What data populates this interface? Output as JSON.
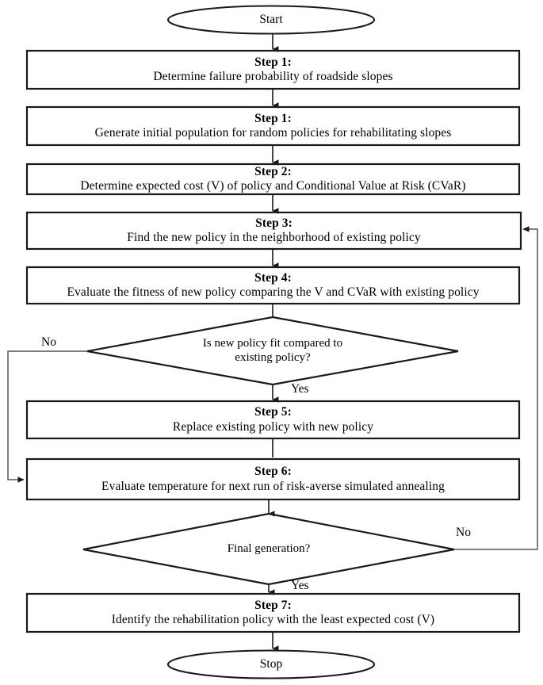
{
  "diagram": {
    "title": "Risk-averse simulated annealing flowchart",
    "stroke_color": "#1a1a1a",
    "fill_color": "#ffffff",
    "background_color": "#ffffff"
  },
  "nodes": {
    "start": {
      "shape": "ellipse",
      "label": "Start"
    },
    "step1a": {
      "shape": "process",
      "title": "Step 1:",
      "body": "Determine failure probability of roadside slopes"
    },
    "step1b": {
      "shape": "process",
      "title": "Step 1:",
      "body": "Generate initial population for random policies for rehabilitating slopes"
    },
    "step2": {
      "shape": "process",
      "title": "Step 2:",
      "body": "Determine expected cost (V) of policy and Conditional Value at Risk (CVaR)"
    },
    "step3": {
      "shape": "process",
      "title": "Step 3:",
      "body": "Find the new policy in the neighborhood of existing policy"
    },
    "step4": {
      "shape": "process",
      "title": "Step 4:",
      "body": "Evaluate the fitness of new policy comparing the V and CVaR with existing policy"
    },
    "decision1": {
      "shape": "decision",
      "line1": "Is new policy fit compared to",
      "line2": "existing  policy?"
    },
    "step5": {
      "shape": "process",
      "title": "Step 5:",
      "body": "Replace existing policy with new policy"
    },
    "step6": {
      "shape": "process",
      "title": "Step 6:",
      "body": "Evaluate temperature for next run of risk-averse simulated annealing"
    },
    "decision2": {
      "shape": "decision",
      "line1": "Final  generation?"
    },
    "step7": {
      "shape": "process",
      "title": "Step 7:",
      "body": "Identify the rehabilitation policy with the least expected cost (V)"
    },
    "stop": {
      "shape": "ellipse",
      "label": "Stop"
    }
  },
  "edge_labels": {
    "decision1_no": "No",
    "decision1_yes": "Yes",
    "decision2_no": "No",
    "decision2_yes": "Yes"
  }
}
